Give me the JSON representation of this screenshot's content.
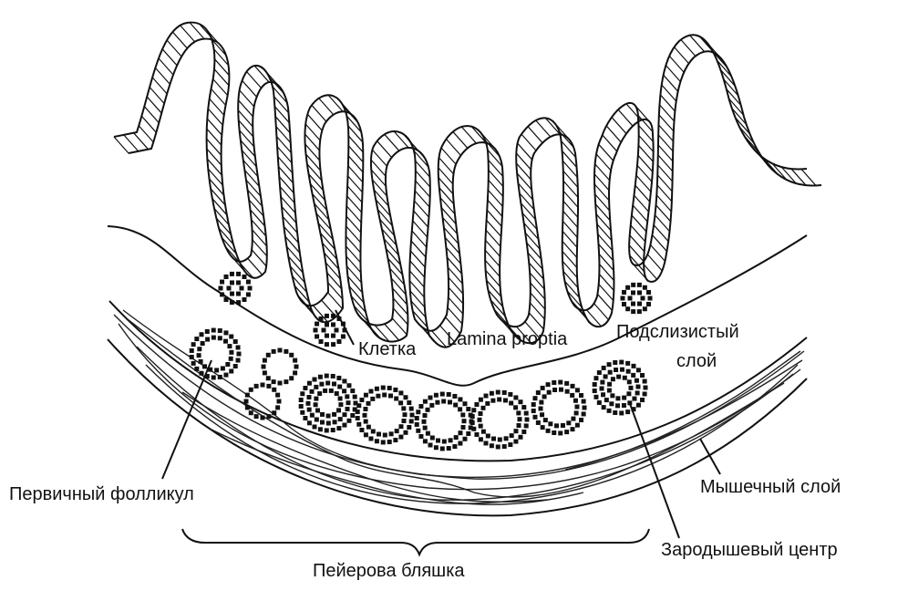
{
  "labels": {
    "cell": "Клетка",
    "lamina": "Lamina proptia",
    "submucosa_1": "Подслизистый",
    "submucosa_2": "слой",
    "primary_follicle": "Первичный фолликул",
    "muscle_layer": "Мышечный слой",
    "germinal_center": "Зародышевый центр",
    "peyer_patch": "Пейерова бляшка"
  },
  "colors": {
    "ink": "#111111",
    "background": "#ffffff"
  }
}
